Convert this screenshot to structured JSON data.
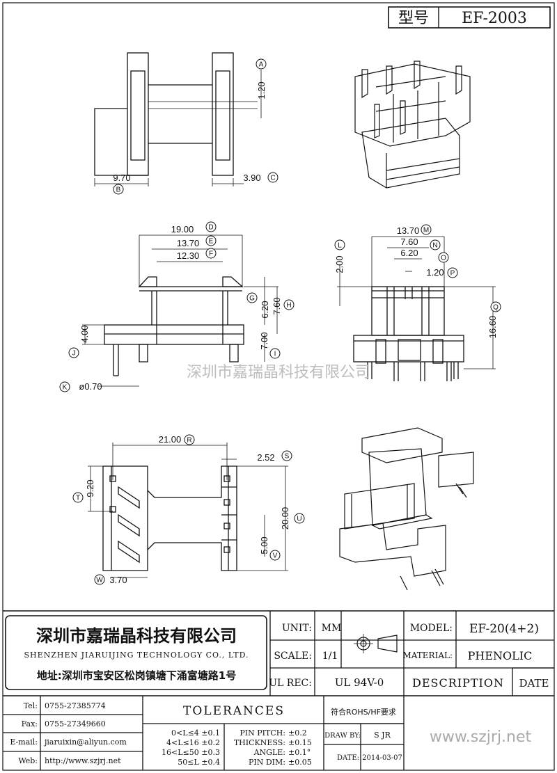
{
  "model_box": {
    "label": "型号",
    "value": "EF-2003"
  },
  "dimensions": {
    "top_left": {
      "a": "1.20",
      "b": "9.70",
      "c": "3.90"
    },
    "mid_left": {
      "d": "19.00",
      "e": "13.70",
      "f": "12.30",
      "g": "6.20",
      "h": "7.60",
      "i": "7.00",
      "j": "4.00",
      "k": "ø0.70"
    },
    "mid_right": {
      "l": "2.00",
      "m": "13.70",
      "n": "7.60",
      "o": "6.20",
      "p": "1.20",
      "q": "16.60"
    },
    "bottom_left": {
      "r": "21.00",
      "s": "2.52",
      "t": "9.20",
      "u": "20.00",
      "v": "5.00",
      "w": "3.70"
    }
  },
  "callouts": [
    "A",
    "B",
    "C",
    "D",
    "E",
    "F",
    "G",
    "H",
    "I",
    "J",
    "K",
    "L",
    "M",
    "N",
    "O",
    "P",
    "Q",
    "R",
    "S",
    "T",
    "U",
    "V",
    "W"
  ],
  "watermark": "深圳市嘉瑞晶科技有限公司",
  "company": {
    "name_cn": "深圳市嘉瑞晶科技有限公司",
    "name_en": "SHENZHEN JIARUIJING TECHNOLOGY CO., LTD.",
    "address": "地址:深圳市宝安区松岗镇塘下涌富塘路1号"
  },
  "title_block": {
    "unit_label": "UNIT:",
    "unit_value": "MM",
    "scale_label": "SCALE:",
    "scale_value": "1/1",
    "ulrec_label": "UL REC:",
    "ulrec_value": "UL 94V-0",
    "model_label": "MODEL:",
    "model_value": "EF-20(4+2)",
    "material_label": "MATERIAL:",
    "material_value": "PHENOLIC",
    "description_label": "DESCRIPTION",
    "date_label": "DATE",
    "tolerances_label": "TOLERANCES",
    "rohs": "符合ROHS/HF要求",
    "drawby_label": "DRAW BY:",
    "drawby_value": "S JR",
    "date2_label": "DATE:",
    "date2_value": "2014-03-07",
    "website_big": "www.szjrj.net"
  },
  "contacts": [
    {
      "label": "Tel:",
      "value": "0755-27385774"
    },
    {
      "label": "Fax:",
      "value": "0755-27349660"
    },
    {
      "label": "E-mail:",
      "value": "jiaruixin@aliyun.com"
    },
    {
      "label": "Web:",
      "value": "http://www.szjrj.net"
    }
  ],
  "tolerance_ranges": [
    "0<L≤4 ±0.1",
    "4<L≤16 ±0.2",
    "16<L≤50 ±0.3",
    "50≤L ±0.4"
  ],
  "tolerance_specs": [
    {
      "label": "PIN PITCH:",
      "value": "±0.2"
    },
    {
      "label": "THICKNESS:",
      "value": "±0.15"
    },
    {
      "label": "ANGLE:",
      "value": "±0.1°"
    },
    {
      "label": "PIN DIM:",
      "value": "±0.05"
    }
  ]
}
